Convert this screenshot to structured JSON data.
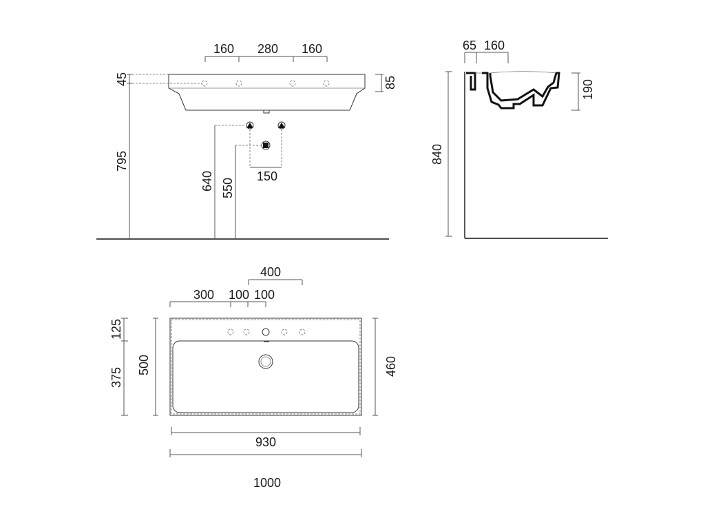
{
  "front_view": {
    "top_dims": [
      "160",
      "280",
      "160"
    ],
    "left_dims": [
      "45",
      "795"
    ],
    "right_dim": "85",
    "supply_dims": [
      "640",
      "550"
    ],
    "supply_spacing": "150"
  },
  "side_view": {
    "top_dims": [
      "65",
      "160"
    ],
    "height_dim": "840",
    "basin_depth_dim": "190"
  },
  "plan_view": {
    "top_dims": [
      "400",
      "300",
      "100",
      "100"
    ],
    "left_dims": [
      "125",
      "375",
      "500"
    ],
    "right_dim": "460",
    "bottom_dims": [
      "930",
      "1000"
    ]
  }
}
